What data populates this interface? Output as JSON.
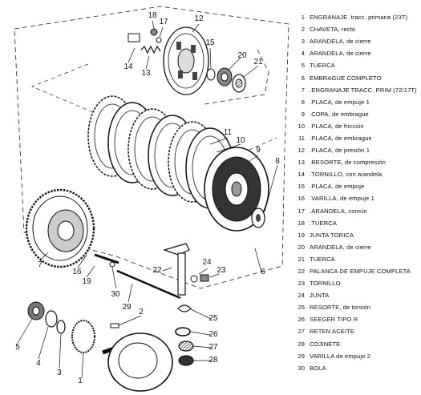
{
  "parts": [
    {
      "num": "1",
      "desc": "ENGRANAJE. tracc. primaria (23T)"
    },
    {
      "num": "2",
      "desc": "CHAVETA, recto"
    },
    {
      "num": "3",
      "desc": "ARANDELA, de cierre"
    },
    {
      "num": "4",
      "desc": "ARANDELA, de cierre"
    },
    {
      "num": "5",
      "desc": "TUERCA"
    },
    {
      "num": "6",
      "desc": "EMBRAGUE COMPLETO"
    },
    {
      "num": "7",
      "desc": ".ENGRANAJE TRACC. PRIM (72/17T)"
    },
    {
      "num": "8",
      "desc": ".PLACA, de empuje 1"
    },
    {
      "num": "9",
      "desc": ".COPA, de embrague"
    },
    {
      "num": "10",
      "desc": ".PLACA, de fricción"
    },
    {
      "num": "11",
      "desc": ".PLACA, de embrague"
    },
    {
      "num": "12",
      "desc": ".PLACA, de presión 1"
    },
    {
      "num": "13",
      "desc": ".RESORTE, de compresión"
    },
    {
      "num": "14",
      "desc": ".TORNILLO, con arandela"
    },
    {
      "num": "15",
      "desc": ".PLACA, de empuje"
    },
    {
      "num": "16",
      "desc": ".VARILLA, de empuje 1"
    },
    {
      "num": "17",
      "desc": ".ARANDELA, común"
    },
    {
      "num": "18",
      "desc": ".TUERCA"
    },
    {
      "num": "19",
      "desc": "JUNTA TORICA"
    },
    {
      "num": "20",
      "desc": "ARANDELA, de cierre"
    },
    {
      "num": "21",
      "desc": "TUERCA"
    },
    {
      "num": "22",
      "desc": "PALANCA DE EMPUJE COMPLETA"
    },
    {
      "num": "23",
      "desc": "TORNILLO"
    },
    {
      "num": "24",
      "desc": "JUNTA"
    },
    {
      "num": "25",
      "desc": "RESORTE, de torsión"
    },
    {
      "num": "26",
      "desc": "SEEGER TIPO R"
    },
    {
      "num": "27",
      "desc": "RETEN ACEITE"
    },
    {
      "num": "28",
      "desc": "COJINETE"
    },
    {
      "num": "29",
      "desc": "VARILLA de empuje 2"
    },
    {
      "num": "30",
      "desc": "BOLA"
    }
  ],
  "callouts": [
    "1",
    "2",
    "3",
    "4",
    "5",
    "6",
    "7",
    "8",
    "9",
    "10",
    "11",
    "12",
    "13",
    "14",
    "15",
    "16",
    "17",
    "18",
    "19",
    "20",
    "21",
    "22",
    "23",
    "24",
    "25",
    "26",
    "27",
    "28",
    "29",
    "30"
  ]
}
